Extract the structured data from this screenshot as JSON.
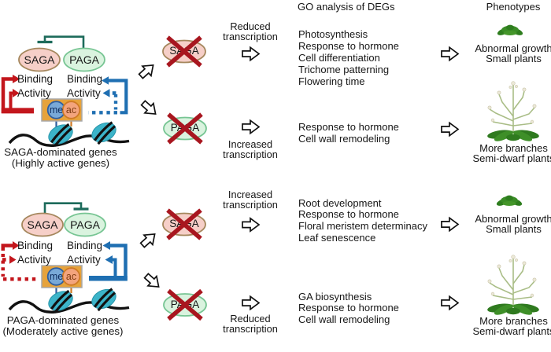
{
  "figure": {
    "go_header": "GO analysis of DEGs",
    "phenotypes_header": "Phenotypes",
    "colors": {
      "red": "#c3161c",
      "blue": "#1f6fb2",
      "teal": "#1d6b5b",
      "x_red": "#a8161f",
      "saga_fill": "#f6cfc8",
      "saga_stroke": "#a5875d",
      "paga_fill": "#daf3df",
      "paga_stroke": "#77c593",
      "nucleosome": "#3cb4c9",
      "histone_box": "#e6a33c",
      "me_fill": "#79a9d8",
      "me_stroke": "#2f5e9e",
      "ac_fill": "#f3a47d",
      "ac_stroke": "#cf7a25",
      "plant_green": "#2f7a1f",
      "stem": "#a9bd86"
    },
    "sections": [
      {
        "gene_group": {
          "title": "SAGA-dominated genes",
          "subtitle": "(Highly active genes)",
          "complex_left": "SAGA",
          "complex_right": "PAGA",
          "binding_left": "Binding",
          "activity_left": "Activity",
          "binding_right": "Binding",
          "activity_right": "Activity",
          "me": "me",
          "ac": "ac"
        },
        "branches": [
          {
            "mutant": "SAGA",
            "transcription_line1": "Reduced",
            "transcription_line2": "transcription",
            "go_terms": [
              "Photosynthesis",
              "Response to hormone",
              "Cell differentiation",
              "Trichome patterning",
              "Flowering time"
            ],
            "phenotype_line1": "Abnormal growth",
            "phenotype_line2": "Small plants"
          },
          {
            "mutant": "PAGA",
            "transcription_line1": "Increased",
            "transcription_line2": "transcription",
            "go_terms": [
              "Response to hormone",
              "Cell wall remodeling"
            ],
            "phenotype_line1": "More branches",
            "phenotype_line2": "Semi-dwarf plants"
          }
        ]
      },
      {
        "gene_group": {
          "title": "PAGA-dominated genes",
          "subtitle": "(Moderately active genes)",
          "complex_left": "SAGA",
          "complex_right": "PAGA",
          "binding_left": "Binding",
          "activity_left": "Activity",
          "binding_right": "Binding",
          "activity_right": "Activity",
          "me": "me",
          "ac": "ac"
        },
        "branches": [
          {
            "mutant": "SAGA",
            "transcription_line1": "Increased",
            "transcription_line2": "transcription",
            "go_terms": [
              "Root development",
              "Response to hormone",
              "Floral meristem determinacy",
              "Leaf senescence"
            ],
            "phenotype_line1": "Abnormal growth",
            "phenotype_line2": "Small plants"
          },
          {
            "mutant": "PAGA",
            "transcription_line1": "Reduced",
            "transcription_line2": "transcription",
            "go_terms": [
              "GA biosynthesis",
              "Response to hormone",
              "Cell wall remodeling"
            ],
            "phenotype_line1": "More branches",
            "phenotype_line2": "Semi-dwarf plants"
          }
        ]
      }
    ]
  }
}
